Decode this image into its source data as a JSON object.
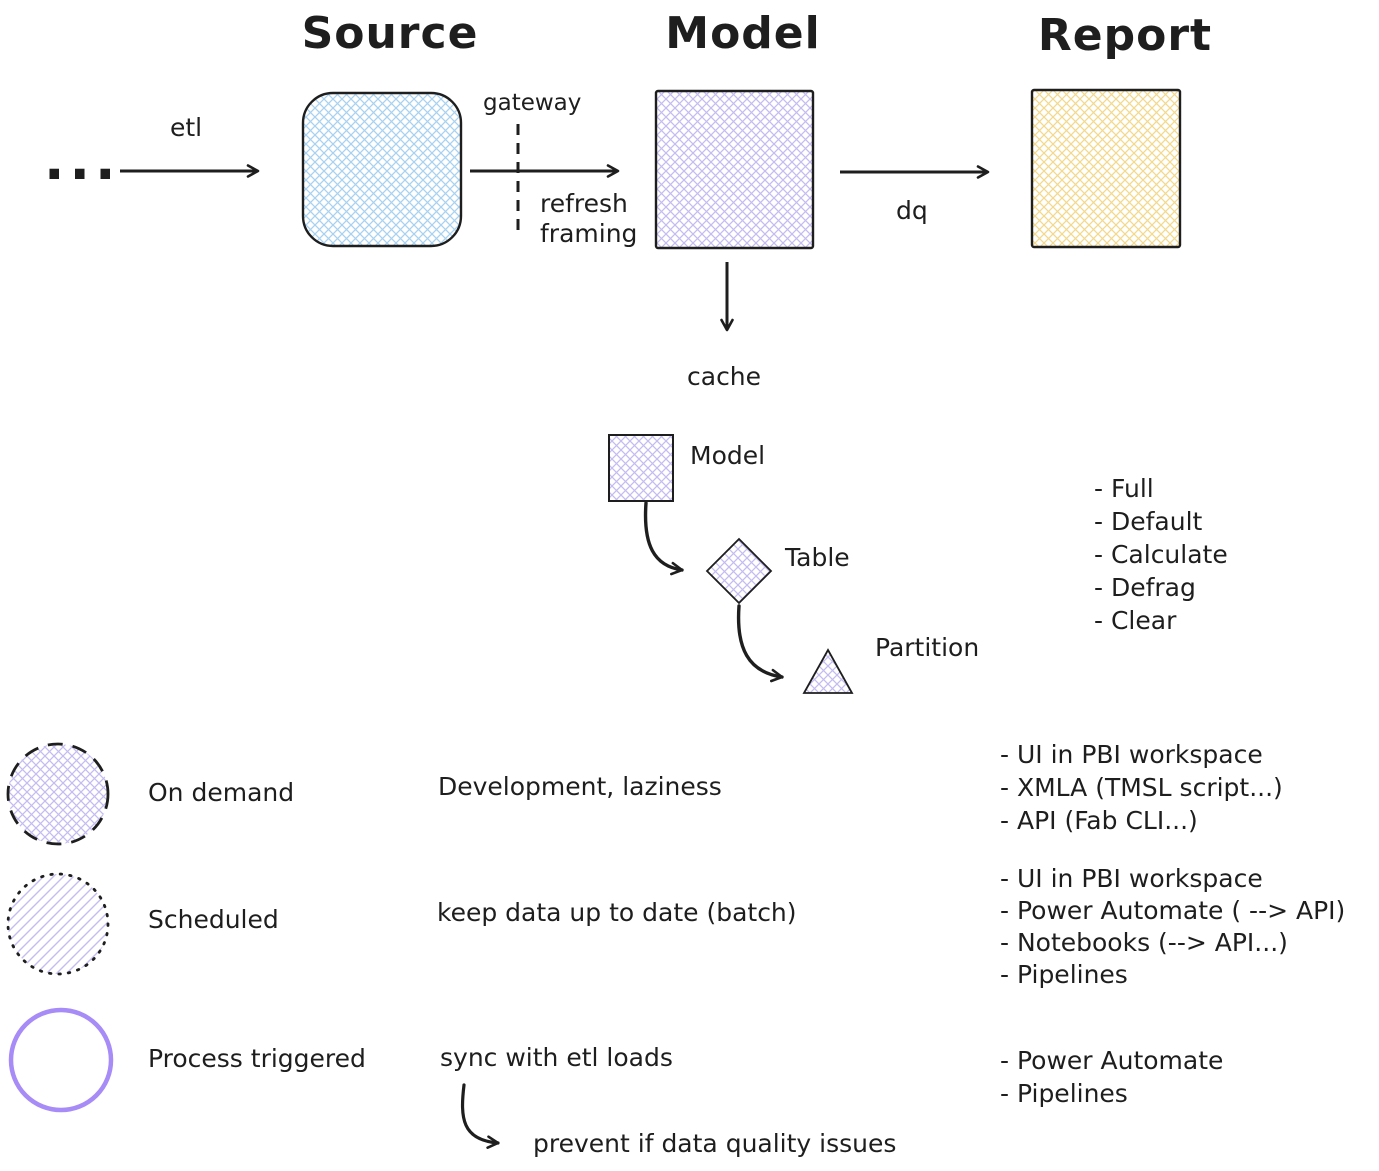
{
  "headers": {
    "source": "Source",
    "model": "Model",
    "report": "Report"
  },
  "flow": {
    "input_label": "...",
    "etl": "etl",
    "gateway": "gateway",
    "refresh_framing": "refresh framing",
    "dq": "dq",
    "cache": "cache"
  },
  "hierarchy": {
    "model": "Model",
    "table": "Table",
    "partition": "Partition",
    "refresh_types": [
      "- Full",
      "- Default",
      "- Calculate",
      "- Defrag",
      "- Clear"
    ]
  },
  "legend": {
    "rows": [
      {
        "label": "On demand",
        "purpose": "Development, laziness",
        "methods": [
          "- UI in PBI workspace",
          "- XMLA (TMSL script...)",
          "- API (Fab CLI...)"
        ]
      },
      {
        "label": "Scheduled",
        "purpose": "keep data up to date (batch)",
        "methods": [
          "- UI in PBI workspace",
          "- Power Automate ( --> API)",
          "- Notebooks (--> API...)",
          "- Pipelines"
        ]
      },
      {
        "label": "Process triggered",
        "purpose": "sync with etl loads",
        "methods": [
          "- Power Automate",
          "- Pipelines"
        ]
      }
    ],
    "note": "prevent if data quality issues"
  },
  "colors": {
    "ink": "#1e1e1e",
    "source_fill": "#a8d2f0",
    "model_fill": "#c6bcf0",
    "report_fill": "#f2d98d",
    "trigger_stroke": "#a78bf6"
  }
}
